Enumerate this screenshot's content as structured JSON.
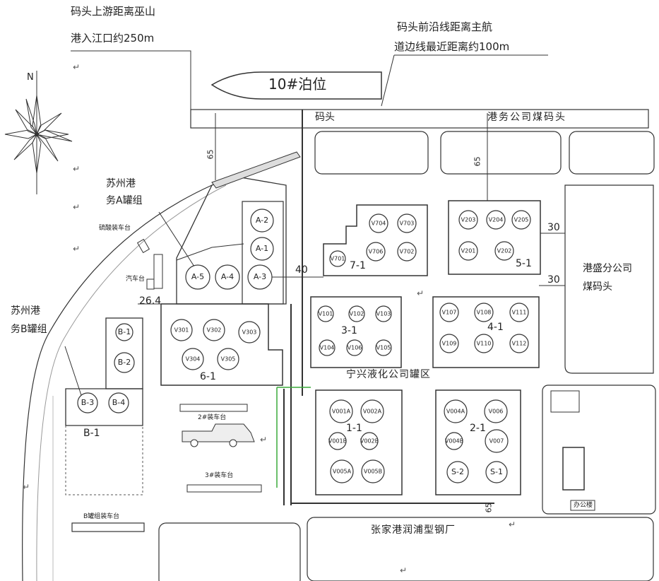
{
  "notes": {
    "upstream_line1": "码头上游距离巫山",
    "upstream_line2": "港入江口约250m",
    "frontline_line1": "码头前沿线距离主航",
    "frontline_line2": "道边线最近距离约100m"
  },
  "compass": {
    "label": "N"
  },
  "berth": {
    "label": "10#泊位"
  },
  "areas": {
    "wharf": "码头",
    "port_coal_wharf": "港务公司煤码头",
    "gangsheng_line1": "港盛分公司",
    "gangsheng_line2": "煤码头",
    "ningxing": "宁兴液化公司罐区",
    "zhangjiagang": "张家港润浦型钢厂",
    "office": "办公楼"
  },
  "groups": {
    "suzhou_a_line1": "苏州港",
    "suzhou_a_line2": "务A罐组",
    "suzhou_b_line1": "苏州港",
    "suzhou_b_line2": "务B罐组",
    "g71": "7-1",
    "g51": "5-1",
    "g31": "3-1",
    "g41": "4-1",
    "g61": "6-1",
    "g11": "1-1",
    "g21": "2-1",
    "gb1": "B-1"
  },
  "platforms": {
    "hd_platform": "硫酸装车台",
    "car_platform": "汽车台",
    "p2": "2#装车台",
    "p3": "3#装车台",
    "b_platform": "B罐组装车台"
  },
  "distances": {
    "d65_a": "65",
    "d65_b": "65",
    "d65_c": "65",
    "d30_a": "30",
    "d30_b": "30",
    "d40": "40",
    "d264": "26.4"
  },
  "tanks": {
    "a2": "A-2",
    "a1": "A-1",
    "a5": "A-5",
    "a4": "A-4",
    "a3": "A-3",
    "t704": "V704",
    "t703": "V703",
    "t706": "V706",
    "t702": "V702",
    "t701": "V701",
    "t203": "V203",
    "t204": "V204",
    "t205": "V205",
    "t201": "V201",
    "t202": "V202",
    "t107": "V107",
    "t108": "V108",
    "t111": "V111",
    "t109": "V109",
    "t110": "V110",
    "t112": "V112",
    "t101": "V101",
    "t102": "V102",
    "t103": "V103",
    "t104": "V104",
    "t106": "V106",
    "t105": "V105",
    "t301": "V301",
    "t302": "V302",
    "t303": "V303",
    "t304": "V304",
    "t305": "V305",
    "b1": "B-1",
    "b2": "B-2",
    "b3": "B-3",
    "b4": "B-4",
    "v001a": "V001A",
    "v002a": "V002A",
    "v001b": "V001B",
    "v002b": "V002B",
    "v005a": "V005A",
    "v005b": "V005B",
    "v004a": "V004A",
    "v006": "V006",
    "v004b": "V004B",
    "v007": "V007",
    "s2": "S-2",
    "s1": "S-1"
  }
}
